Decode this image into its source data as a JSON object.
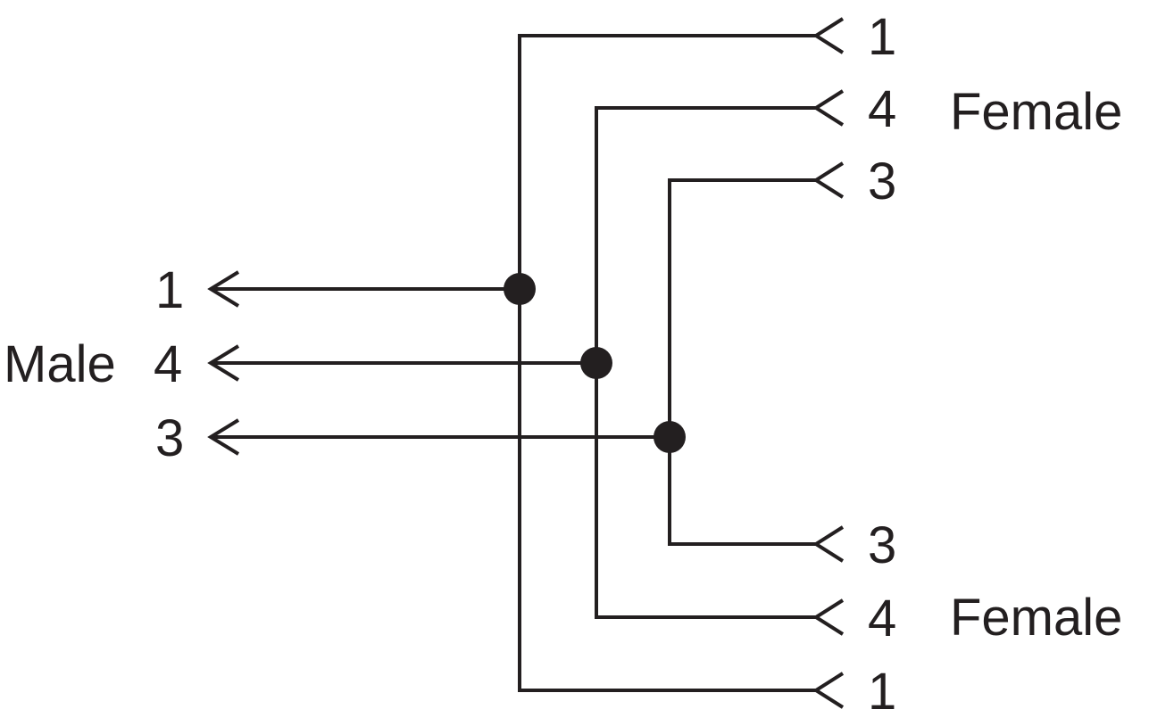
{
  "male": {
    "label": "Male",
    "pins": [
      "1",
      "4",
      "3"
    ]
  },
  "female_top": {
    "label": "Female",
    "pins": [
      "1",
      "4",
      "3"
    ]
  },
  "female_bottom": {
    "label": "Female",
    "pins": [
      "3",
      "4",
      "1"
    ]
  },
  "colors": {
    "ink": "#231f20",
    "background": "#ffffff"
  }
}
